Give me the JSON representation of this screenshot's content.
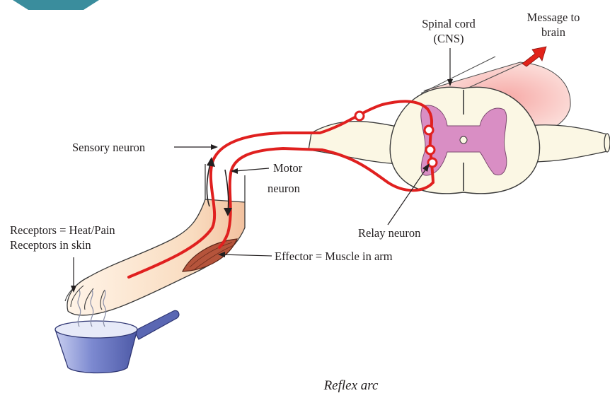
{
  "diagram": {
    "caption": "Reflex arc",
    "labels": {
      "spinal_cord_line1": "Spinal cord",
      "spinal_cord_line2": "(CNS)",
      "message_line1": "Message to",
      "message_line2": "brain",
      "sensory_neuron": "Sensory neuron",
      "motor_line1": "Motor",
      "motor_line2": "neuron",
      "receptors_line1": "Receptors = Heat/Pain",
      "receptors_line2": "Receptors in skin",
      "relay_neuron": "Relay neuron",
      "effector": "Effector = Muscle in arm"
    }
  },
  "colors": {
    "nerve": "#e0201f",
    "grey_matter": "#d98ec4",
    "white_matter": "#fbf7e4",
    "skin": "#f9dfc4",
    "pan": "#6b78c4",
    "arrow": "#e2231a",
    "corner_tab": "#3a8d9d"
  }
}
